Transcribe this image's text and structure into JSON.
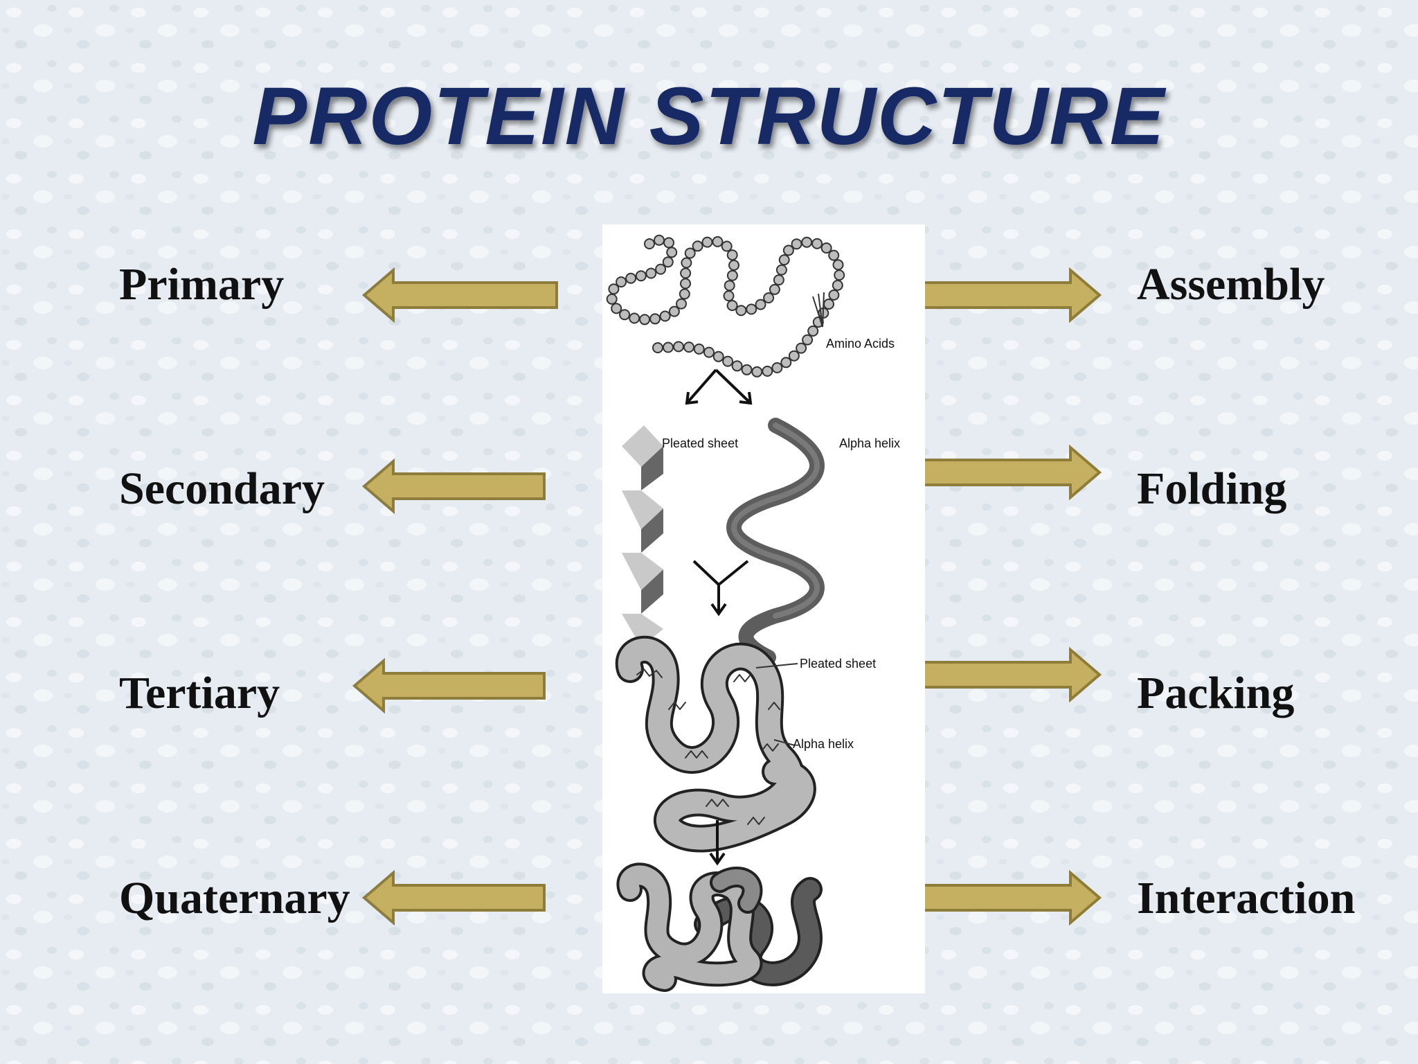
{
  "title": "PROTEIN STRUCTURE",
  "left_labels": [
    "Primary",
    "Secondary",
    "Tertiary",
    "Quaternary"
  ],
  "right_labels": [
    "Assembly",
    "Folding",
    "Packing",
    "Interaction"
  ],
  "figure": {
    "amino_acids": "Amino Acids",
    "pleated_sheet": "Pleated sheet",
    "alpha_helix": "Alpha helix",
    "pleated_sheet_2": "Pleated sheet",
    "alpha_helix_2": "Alpha helix"
  },
  "colors": {
    "arrow_fill": "#c4b060",
    "arrow_stroke": "#8e7d3a",
    "title": "#172a66"
  }
}
